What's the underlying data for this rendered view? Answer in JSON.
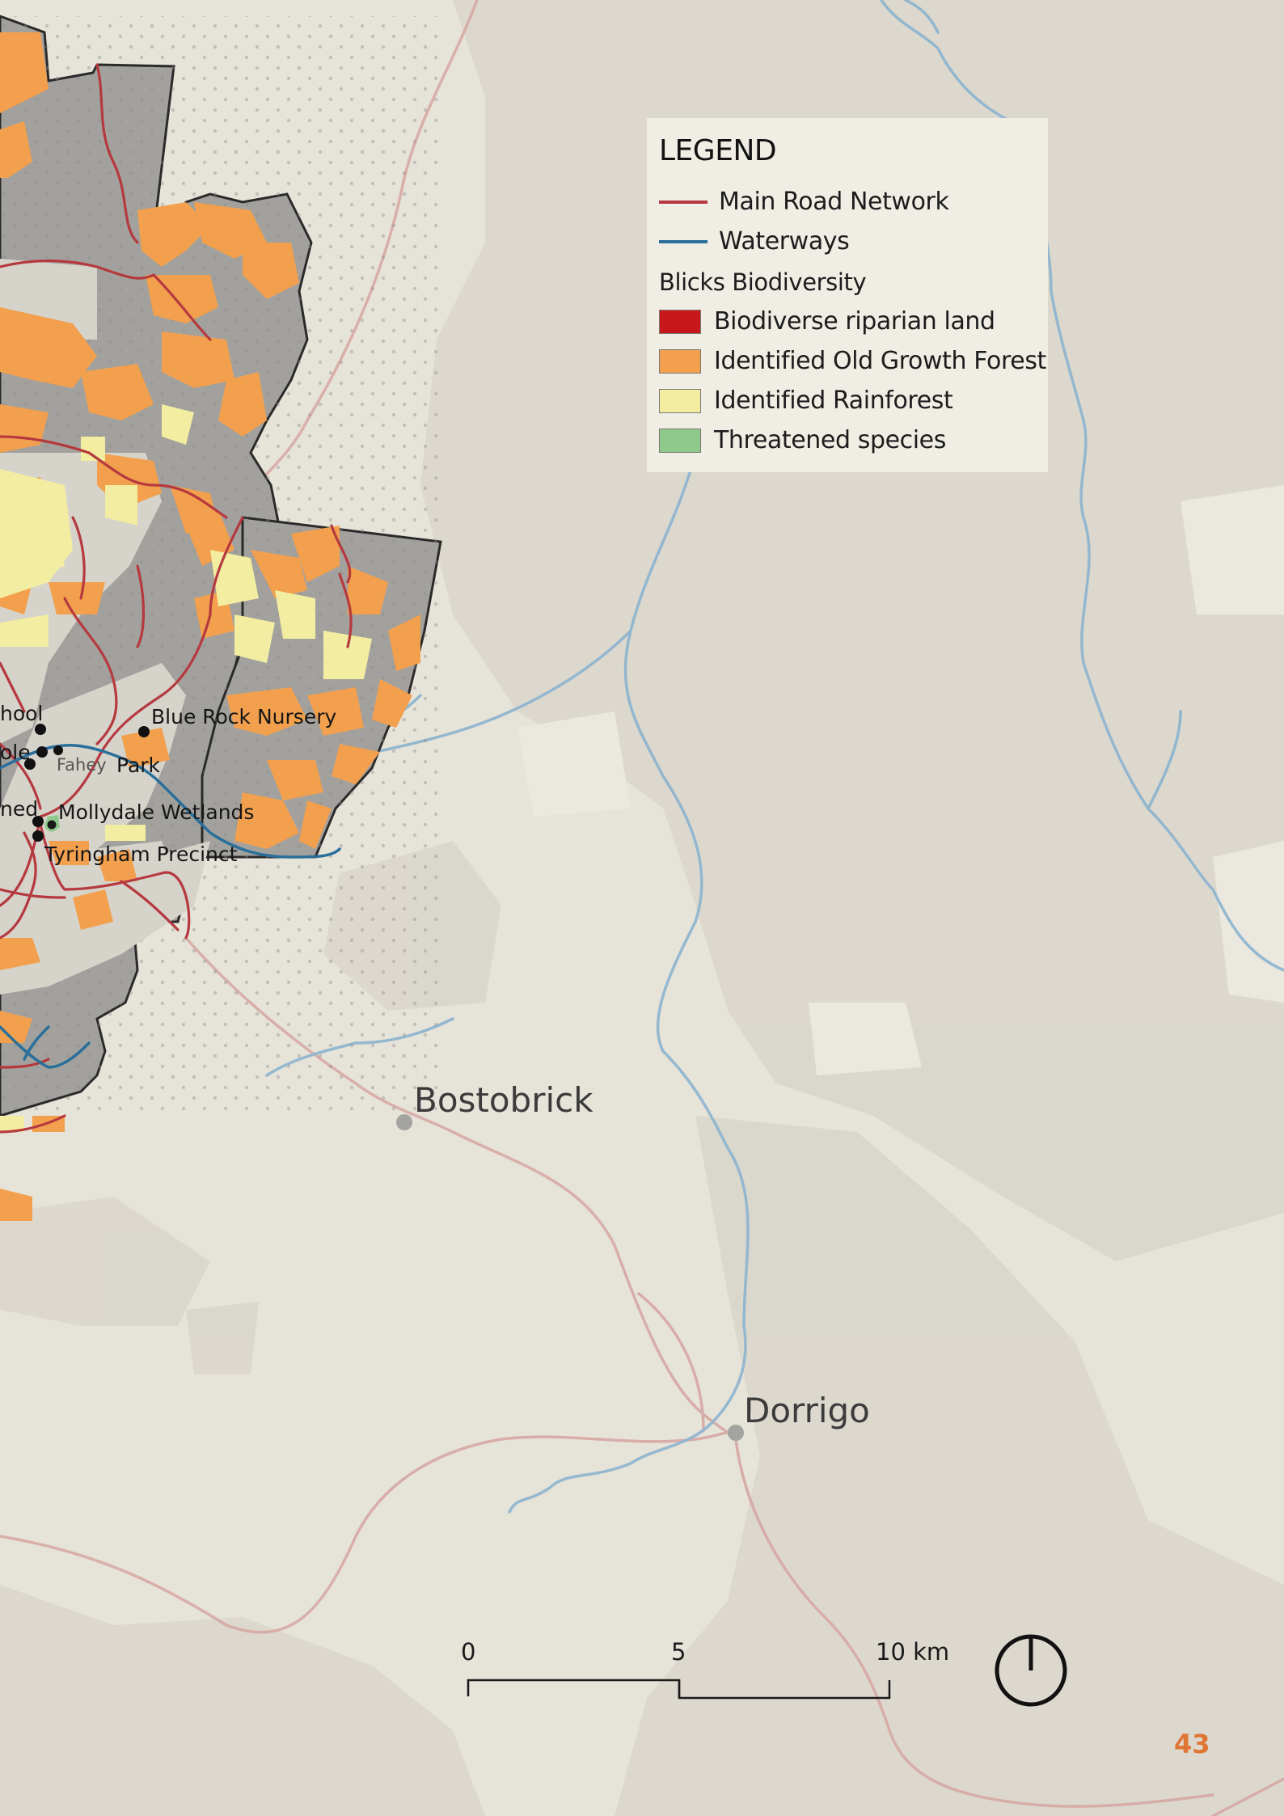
{
  "legend": {
    "title": "LEGEND",
    "line_items": [
      {
        "label": "Main Road Network",
        "color": "#b5393f"
      },
      {
        "label": "Waterways",
        "color": "#2a6f9a"
      }
    ],
    "group_title": "Blicks Biodiversity",
    "fill_items": [
      {
        "label": "Biodiverse riparian land",
        "color": "#c8171b"
      },
      {
        "label": "Identified Old Growth Forest",
        "color": "#f2a04e"
      },
      {
        "label": "Identified Rainforest",
        "color": "#f2eda0"
      },
      {
        "label": "Threatened species",
        "color": "#8fc98b"
      }
    ]
  },
  "places": {
    "bostobrick": "Bostobrick",
    "dorrigo": "Dorrigo",
    "blue_rock_nursery": "Blue Rock Nursery",
    "fahey": "Fahey",
    "park": "Park",
    "mollydale_wetlands": "Mollydale Wetlands",
    "tyringham_precinct": "Tyringham Precinct",
    "cut_hool": "hool",
    "cut_ole": "ole",
    "cut_ned": "ned"
  },
  "scale_bar": {
    "labels": [
      "0",
      "5",
      "10 km"
    ]
  },
  "north_arrow": {
    "icon": "north-arrow-icon"
  },
  "page_number": "43",
  "colors": {
    "background": "#e6e3d9",
    "forest_dark": "#d6d3c8",
    "catchment_grey": "#a3a19d",
    "page_number": "#e07533"
  }
}
